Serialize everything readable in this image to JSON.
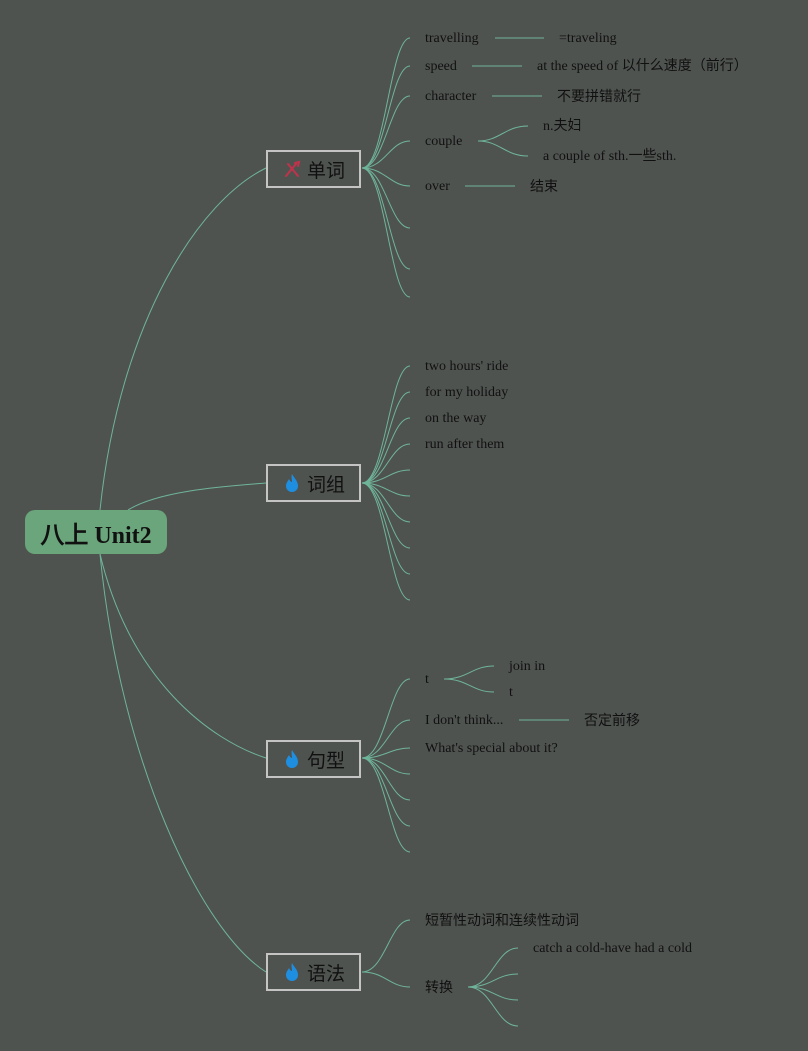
{
  "root": {
    "label": "八上 Unit2"
  },
  "branches": {
    "words": {
      "label": "单词",
      "icon": "tools-icon",
      "icon_color": "#c2324a",
      "items": {
        "travelling": {
          "label": "travelling",
          "note": "=traveling"
        },
        "speed": {
          "label": "speed",
          "note": "at the speed of 以什么速度（前行）"
        },
        "character": {
          "label": "character",
          "note": "不要拼错就行"
        },
        "couple": {
          "label": "couple",
          "notes": [
            "n.夫妇",
            "a couple of sth.一些sth."
          ]
        },
        "over": {
          "label": "over",
          "note": "结束"
        }
      }
    },
    "phrases": {
      "label": "词组",
      "icon": "flame-icon",
      "icon_color": "#1e8fe0",
      "items": [
        "two hours' ride",
        "for my holiday",
        "on the way",
        "run after them"
      ]
    },
    "sentences": {
      "label": "句型",
      "icon": "flame-icon",
      "icon_color": "#1e8fe0",
      "items": {
        "t": {
          "label": "t",
          "notes": [
            "join in",
            "t"
          ]
        },
        "dont_think": {
          "label": "I don't think...",
          "note": "否定前移"
        },
        "special": {
          "label": "What's special about it?"
        }
      }
    },
    "grammar": {
      "label": "语法",
      "icon": "flame-icon",
      "icon_color": "#1e8fe0",
      "items": {
        "verbs": {
          "label": "短暂性动词和连续性动词"
        },
        "convert": {
          "label": "转换",
          "notes": [
            "catch a cold-have had a cold"
          ]
        }
      }
    }
  },
  "colors": {
    "background": "#4f5350",
    "connector": "#6fb59a",
    "root_fill": "#6aa57b",
    "branch_border": "#c4c4c4",
    "text": "#101010"
  }
}
